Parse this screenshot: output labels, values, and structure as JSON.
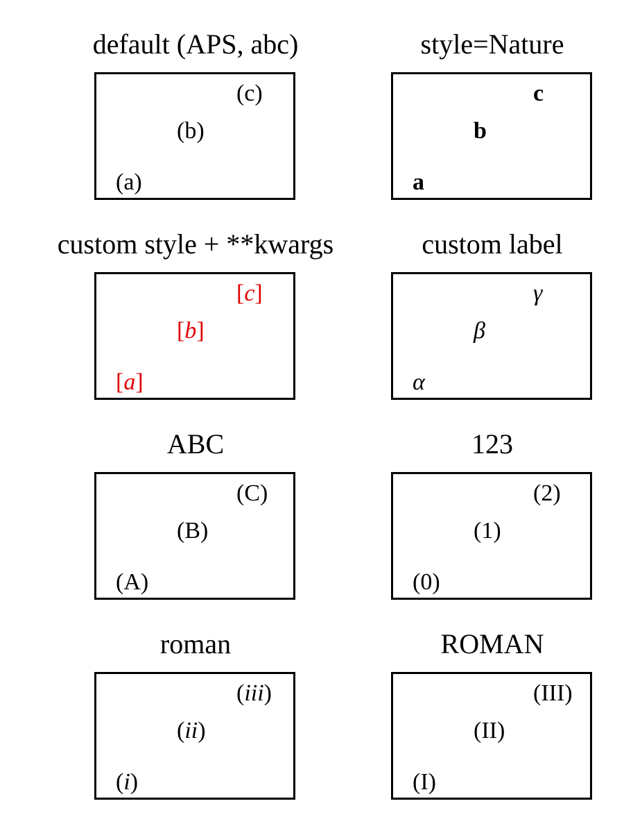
{
  "panels": [
    {
      "title": "default (APS, abc)",
      "labels": [
        "(a)",
        "(b)",
        "(c)"
      ],
      "style": "plain"
    },
    {
      "title": "style=Nature",
      "labels": [
        "a",
        "b",
        "c"
      ],
      "style": "bold"
    },
    {
      "title": "custom style + **kwargs",
      "labels": [
        "[a]",
        "[b]",
        "[c]"
      ],
      "style": "red-italic-bracket"
    },
    {
      "title": "custom label",
      "labels": [
        "α",
        "β",
        "γ"
      ],
      "style": "italic"
    },
    {
      "title": "ABC",
      "labels": [
        "(A)",
        "(B)",
        "(C)"
      ],
      "style": "plain"
    },
    {
      "title": "123",
      "labels": [
        "(0)",
        "(1)",
        "(2)"
      ],
      "style": "plain"
    },
    {
      "title": "roman",
      "labels": [
        "(i)",
        "(ii)",
        "(iii)"
      ],
      "style": "italic-in-parens"
    },
    {
      "title": "ROMAN",
      "labels": [
        "(I)",
        "(II)",
        "(III)"
      ],
      "style": "plain"
    }
  ],
  "colors": {
    "red": "#e00000",
    "black": "#000000"
  }
}
